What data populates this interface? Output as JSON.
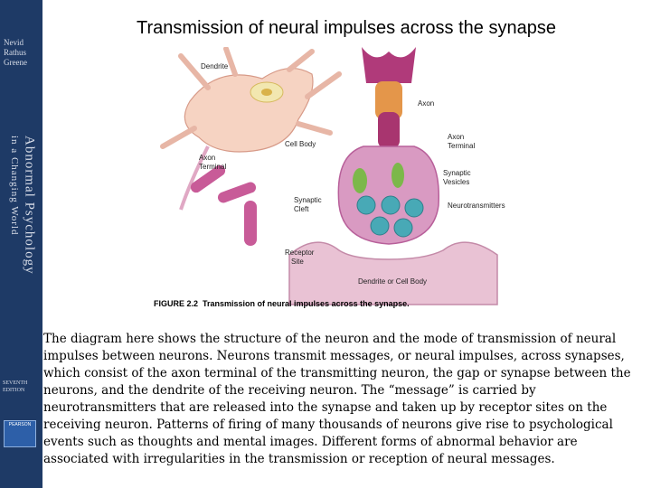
{
  "sidebar": {
    "authors": [
      "Nevid",
      "Rathus",
      "Greene"
    ],
    "book_title_line1": "Abnormal Psychology",
    "book_title_line2": "in a Changing World",
    "edition": "SEVENTH EDITION",
    "publisher": "PEARSON"
  },
  "slide": {
    "title": "Transmission of neural impulses across the synapse"
  },
  "figure": {
    "labels": {
      "dendrite": "Dendrite",
      "axon": "Axon",
      "cell_body": "Cell Body",
      "axon_terminal_left": "Axon\nTerminal",
      "axon_terminal_right": "Axon\nTerminal",
      "synaptic_vesicles": "Synaptic\nVesicles",
      "synaptic_cleft": "Synaptic\nCleft",
      "neurotransmitters": "Neurotransmitters",
      "receptor_site": "Receptor\nSite",
      "dendrite_or_cell_body": "Dendrite or Cell Body"
    },
    "caption_number": "FIGURE 2.2",
    "caption_text": "Transmission of neural impulses across the synapse."
  },
  "body_text": "The diagram here shows the structure of the neuron and the mode of transmission of neural impulses between neurons. Neurons transmit messages, or neural impulses, across synapses, which consist of the axon terminal of the transmitting neuron, the gap or synapse between the neurons, and the dendrite of the receiving neuron. The “message” is carried by  neurotransmitters that are released into the synapse and taken up by receptor sites on the receiving neuron. Patterns of firing of many thousands of neurons give rise to psychological events such as thoughts and mental images. Different forms of abnormal behavior are associated with irregularities in the transmission or reception of neural messages."
}
